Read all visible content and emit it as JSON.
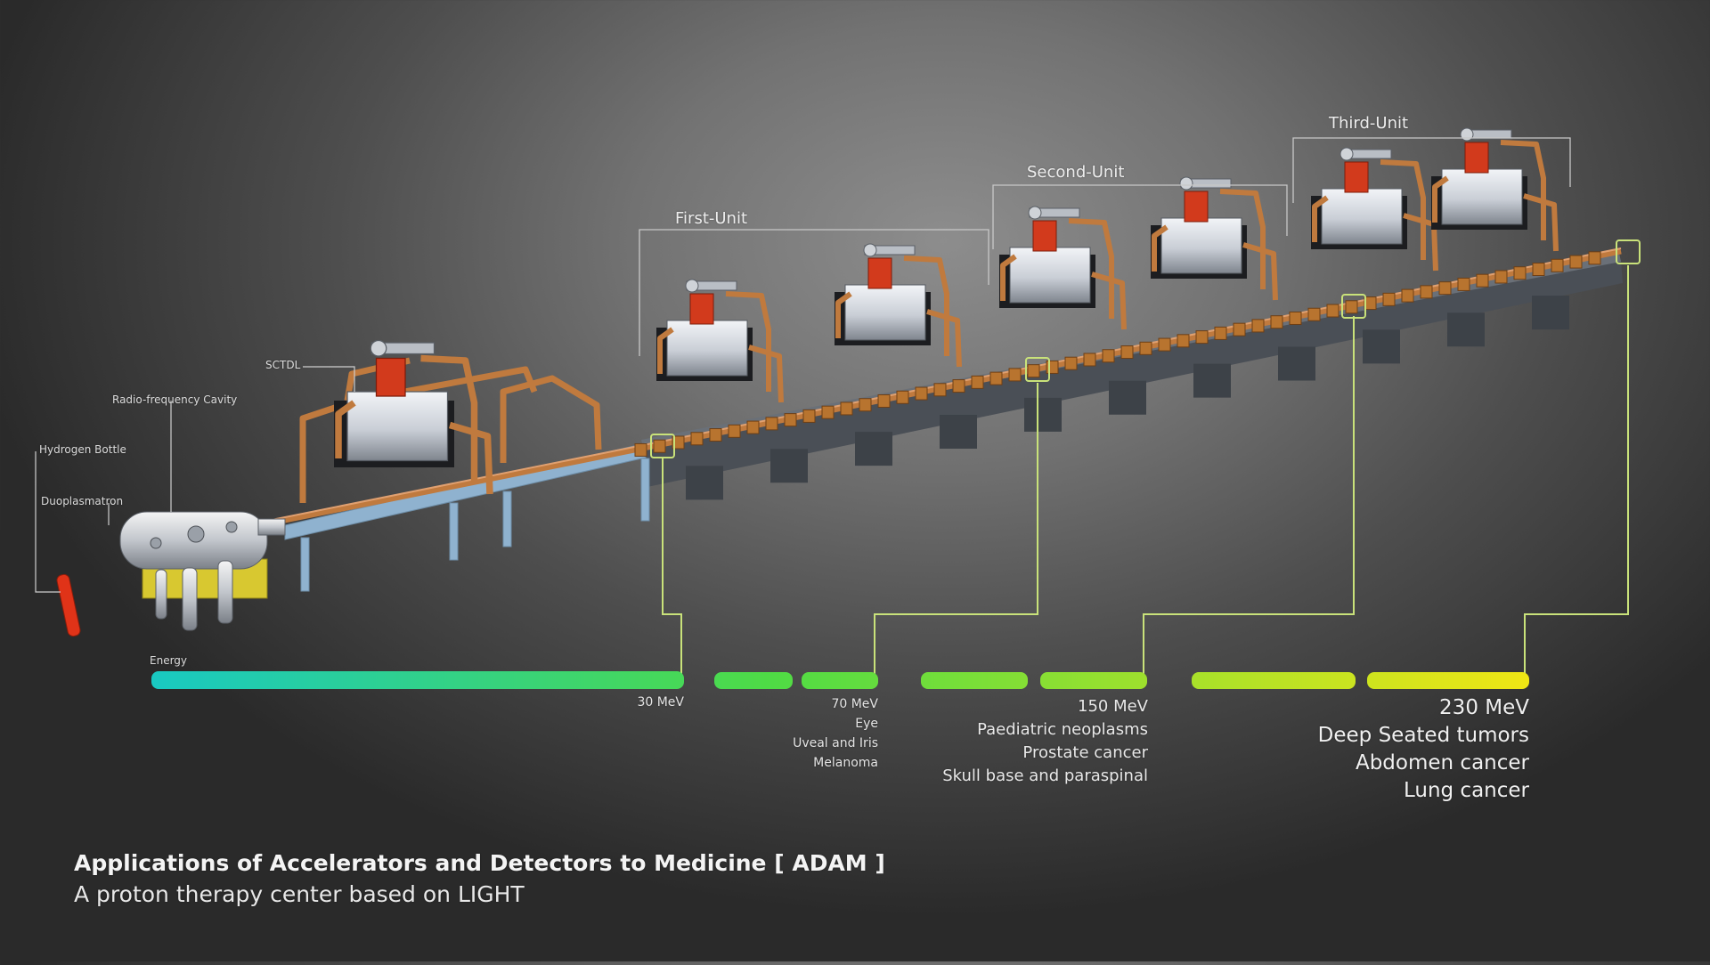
{
  "labels": {
    "sctdl": "SCTDL",
    "rf_cavity": "Radio-frequency Cavity",
    "hydrogen_bottle": "Hydrogen Bottle",
    "duoplasmatron": "Duoplasmatron",
    "energy": "Energy"
  },
  "units": {
    "first": "First-Unit",
    "second": "Second-Unit",
    "third": "Third-Unit"
  },
  "energies": {
    "e30": {
      "value": "30 MeV"
    },
    "e70": {
      "value": "70 MeV",
      "items": [
        "Eye",
        "Uveal and Iris",
        "Melanoma"
      ]
    },
    "e150": {
      "value": "150 MeV",
      "items": [
        "Paediatric neoplasms",
        "Prostate cancer",
        "Skull base and paraspinal"
      ]
    },
    "e230": {
      "value": "230 MeV",
      "items": [
        "Deep Seated tumors",
        "Abdomen cancer",
        "Lung cancer"
      ]
    }
  },
  "caption": {
    "title": "Applications of Accelerators and Detectors to Medicine [ ADAM ]",
    "subtitle": "A proton therapy center based on LIGHT"
  },
  "colors": {
    "energy_start": "#19c9c2",
    "energy_mid": "#4fdb45",
    "energy_end": "#f0e614",
    "connector": "#c9e27a",
    "bracket": "#c8c8c8",
    "copper": "#c07a3e",
    "magnet_red": "#d23a1c",
    "stand_blue": "#8fb2cf",
    "stand_grey": "#5a5f66",
    "bottle_red": "#e03318"
  }
}
